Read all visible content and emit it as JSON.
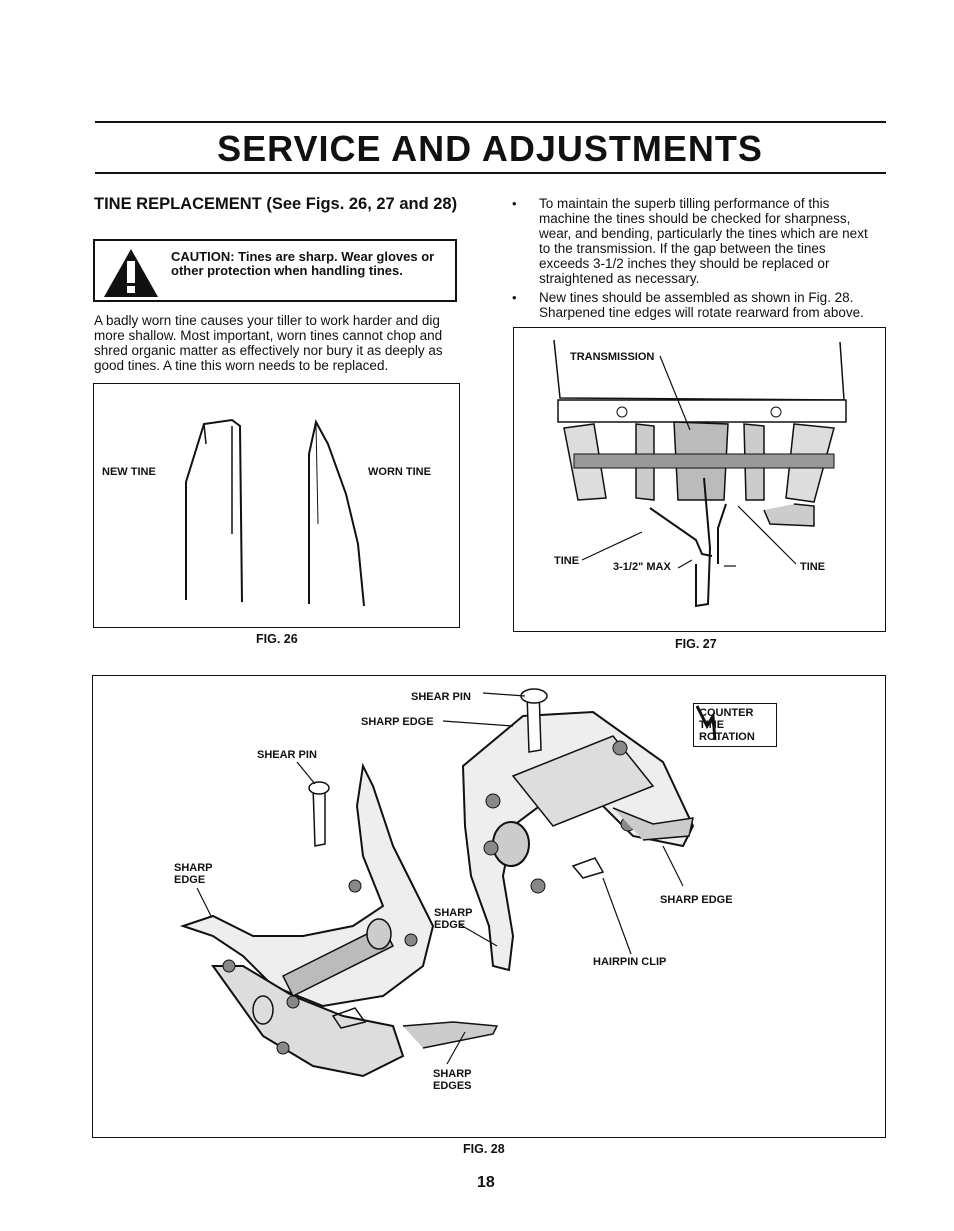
{
  "header": {
    "title": "SERVICE AND ADJUSTMENTS"
  },
  "section": {
    "heading": "TINE REPLACEMENT (See Figs. 26, 27 and 28)",
    "caution": "CAUTION: Tines are sharp. Wear gloves or other protection when handling tines.",
    "intro_lines": [
      "A badly worn tine causes your tiller to work harder and dig",
      "more shallow. Most important, worn tines cannot chop and",
      "shred organic matter as effectively nor bury it as deeply as",
      "good tines. A tine this worn needs to be replaced."
    ],
    "bullets": [
      {
        "lines": [
          "To maintain the superb tilling performance of this",
          "machine the tines should be checked for sharpness,",
          "wear, and bending, particularly the tines which are next",
          "to the transmission. If the gap between the tines",
          "exceeds 3-1/2 inches they should be replaced or",
          "straightened as necessary."
        ]
      },
      {
        "lines": [
          "New tines should be assembled as shown in Fig. 28.",
          "Sharpened tine edges will rotate rearward from above."
        ]
      }
    ]
  },
  "fig26": {
    "caption": "FIG. 26",
    "new_tine": "NEW TINE",
    "worn_tine": "WORN TINE"
  },
  "fig27": {
    "caption": "FIG. 27",
    "transmission": "TRANSMISSION",
    "tine_left": "TINE",
    "tine_right": "TINE",
    "gap": "3-1/2\" MAX"
  },
  "fig28": {
    "caption": "FIG. 28",
    "shear_pin_top": "SHEAR PIN",
    "sharp_edge_top": "SHARP EDGE",
    "shear_pin_left": "SHEAR PIN",
    "sharp_edge_left": [
      "SHARP",
      "EDGE"
    ],
    "sharp_edge_mid": [
      "SHARP",
      "EDGE"
    ],
    "sharp_edge_right": "SHARP EDGE",
    "hairpin_clip": "HAIRPIN CLIP",
    "sharp_edges": [
      "SHARP",
      "EDGES"
    ],
    "counter_rotation": [
      "COUNTER",
      "TINE",
      "ROTATION"
    ]
  },
  "page_number": "18"
}
